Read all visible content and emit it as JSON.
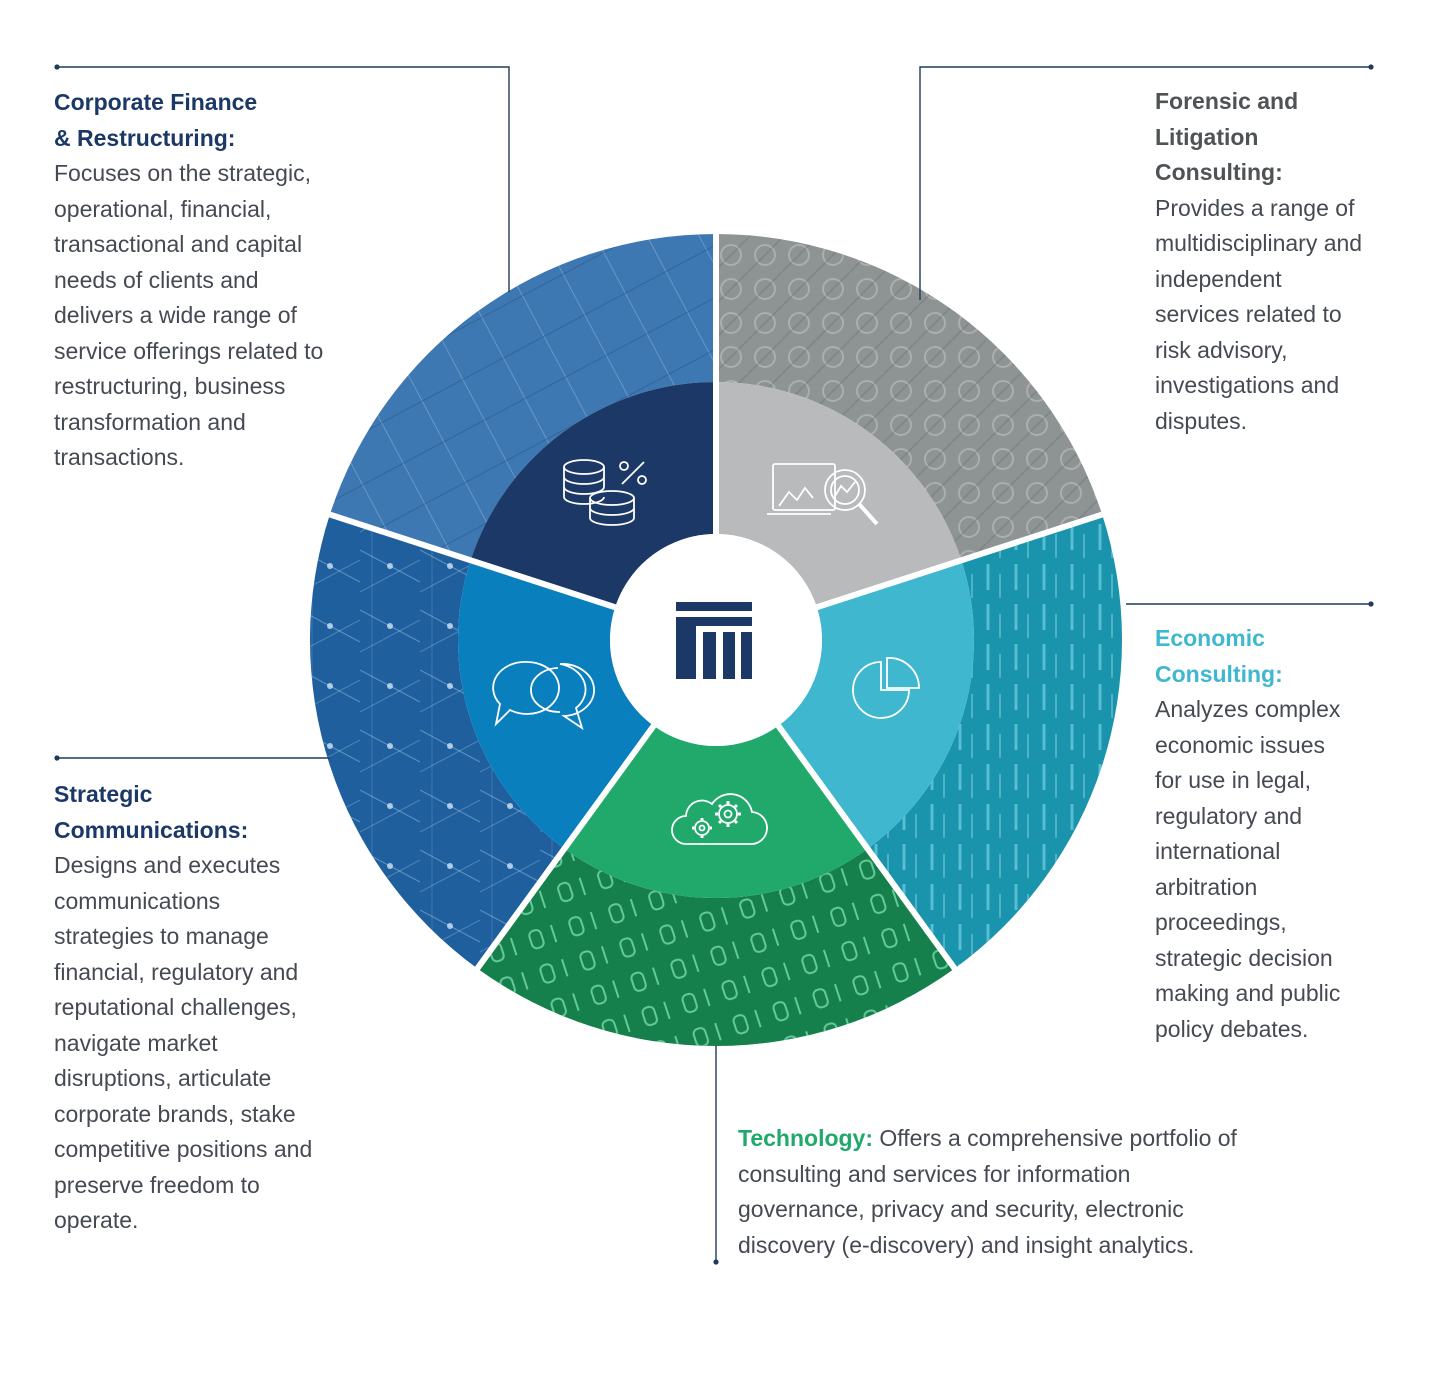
{
  "colors": {
    "corporate_finance": "#1c3867",
    "corporate_finance_outer": "#3d78b3",
    "forensic": "#b9babb",
    "forensic_outer": "#8e9393",
    "economic": "#3fb8cf",
    "economic_outer": "#1a93ad",
    "technology": "#21a96c",
    "technology_outer": "#16804c",
    "strategic": "#0a7fbe",
    "strategic_outer": "#1f5f9d",
    "title_blue": "#1c3867",
    "title_gray": "#4f5356",
    "title_teal": "#3fb8cf",
    "title_green": "#21a96c",
    "leader_line": "#1f3a5c",
    "logo": "#1c3867"
  },
  "segments": [
    {
      "id": "corporate-finance",
      "icon": "coins-percent-icon",
      "title": "Corporate Finance & Restructuring:",
      "description": "Focuses on the strategic, operational, financial, transactional and capital needs of clients and delivers a wide range of service offerings related to restructuring, business transformation and transactions."
    },
    {
      "id": "forensic-litigation",
      "icon": "chart-magnifier-icon",
      "title": "Forensic and Litigation Consulting:",
      "description": "Provides a range of multidisciplinary and independent services related to risk advisory, investigations and disputes."
    },
    {
      "id": "economic-consulting",
      "icon": "pie-chart-icon",
      "title": "Economic Consulting:",
      "description": "Analyzes complex economic issues for use in legal, regulatory and international arbitration proceedings, strategic decision making and public policy debates."
    },
    {
      "id": "technology",
      "icon": "cloud-gears-icon",
      "title": "Technology:",
      "description": "Offers a comprehensive portfolio of consulting and services for information governance, privacy and security, electronic discovery (e-discovery) and insight analytics."
    },
    {
      "id": "strategic-communications",
      "icon": "speech-bubbles-icon",
      "title": "Strategic Communications:",
      "description": "Designs and executes communications strategies to manage financial, regulatory and reputational challenges, navigate market disruptions, articulate corporate brands, stake competitive positions and preserve freedom to operate."
    }
  ],
  "center": {
    "icon": "company-logo-icon"
  }
}
